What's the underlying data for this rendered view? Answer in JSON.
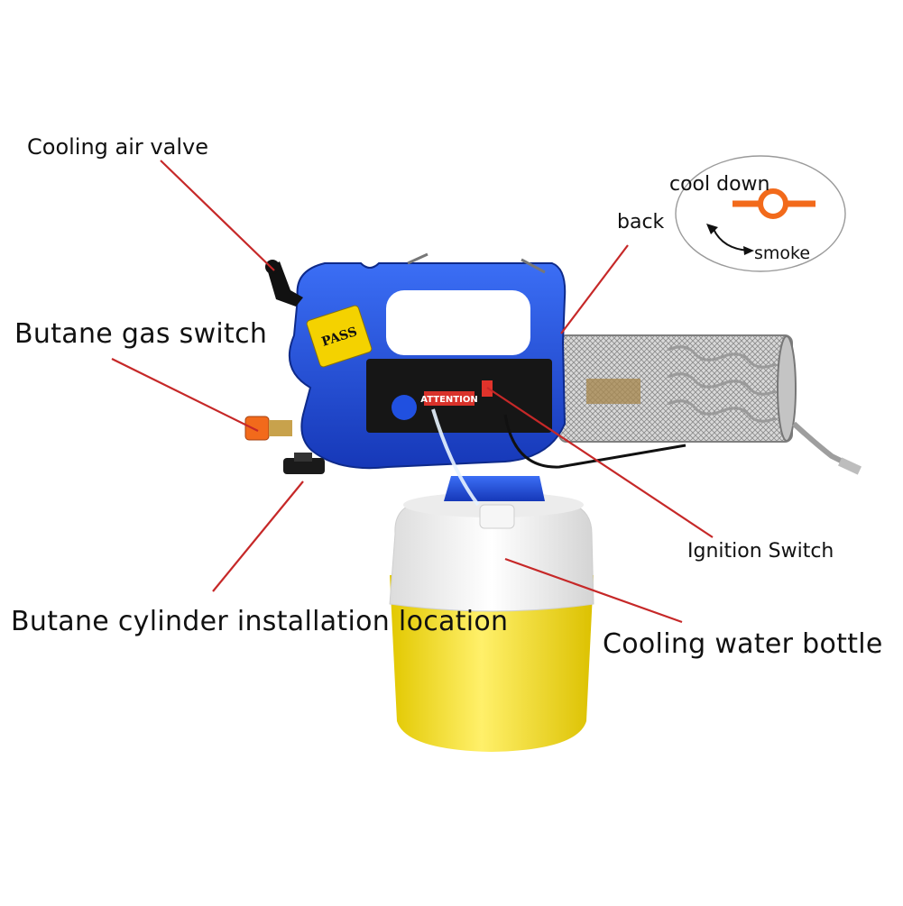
{
  "labels": {
    "cooling_air_valve": "Cooling air valve",
    "butane_gas_switch": "Butane gas switch",
    "butane_cylinder_location": "Butane cylinder installation location",
    "ignition_switch": "Ignition Switch",
    "cooling_water_bottle": "Cooling water bottle",
    "back": "back"
  },
  "inset": {
    "cool_down": "cool down",
    "smoke": "smoke"
  },
  "device": {
    "badge": "PASS",
    "panel_title": "ATTENTION"
  },
  "colors": {
    "leader_line": "#c62828",
    "body_blue": "#1f4fe0",
    "body_blue_dark": "#1432a8",
    "bottle_yellow": "#f7e21b",
    "bottle_white": "#f3f3f3",
    "knob_orange": "#f26a1b",
    "inset_orange": "#f26a1b",
    "panel_black": "#161616",
    "mesh_gray": "#b8b8b8"
  }
}
